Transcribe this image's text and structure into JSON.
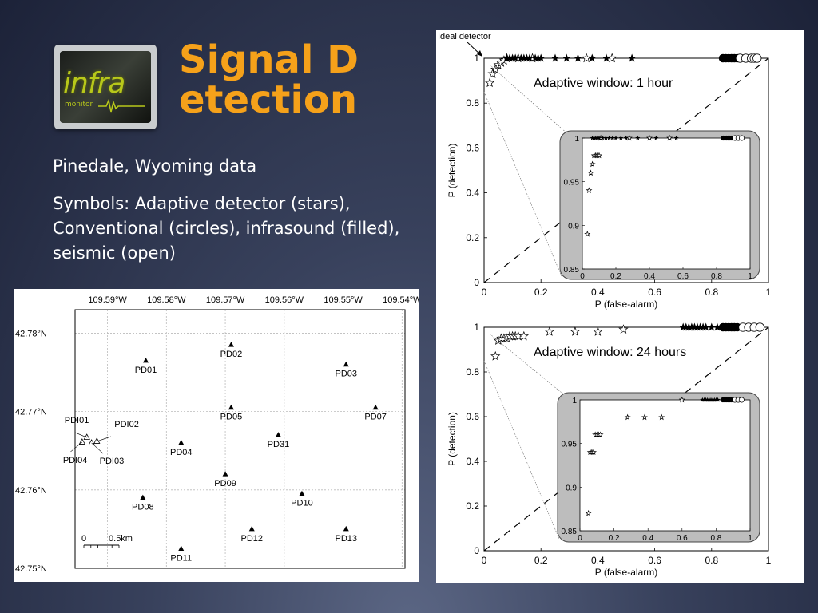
{
  "logo": {
    "word": "infra",
    "sub": "monitor"
  },
  "slide": {
    "title": "Signal Detection",
    "subtitle": "Pinedale, Wyoming data",
    "symbols": "Symbols: Adaptive detector (stars), Conventional (circles), infrasound (filled), seismic (open)"
  },
  "map": {
    "lon_labels": [
      "109.59°W",
      "109.58°W",
      "109.57°W",
      "109.56°W",
      "109.55°W",
      "109.54°W"
    ],
    "lat_labels": [
      "42.78°N",
      "42.77°N",
      "42.76°N",
      "42.75°N"
    ],
    "scale_zero": "0",
    "scale_label": "0.5km",
    "stations": [
      {
        "name": "PD01",
        "lon": -109.5835,
        "lat": 42.7765
      },
      {
        "name": "PD02",
        "lon": -109.569,
        "lat": 42.7785
      },
      {
        "name": "PD03",
        "lon": -109.5495,
        "lat": 42.776
      },
      {
        "name": "PD04",
        "lon": -109.5775,
        "lat": 42.766
      },
      {
        "name": "PD05",
        "lon": -109.569,
        "lat": 42.7705
      },
      {
        "name": "PD07",
        "lon": -109.5445,
        "lat": 42.7705
      },
      {
        "name": "PD08",
        "lon": -109.584,
        "lat": 42.759
      },
      {
        "name": "PD09",
        "lon": -109.57,
        "lat": 42.762
      },
      {
        "name": "PD10",
        "lon": -109.557,
        "lat": 42.7595
      },
      {
        "name": "PD11",
        "lon": -109.5775,
        "lat": 42.7525
      },
      {
        "name": "PD12",
        "lon": -109.5655,
        "lat": 42.755
      },
      {
        "name": "PD13",
        "lon": -109.5495,
        "lat": 42.755
      },
      {
        "name": "PD31",
        "lon": -109.561,
        "lat": 42.767
      }
    ],
    "array_stations": [
      {
        "name": "PDI01",
        "lon": -109.5935,
        "lat": 42.7667
      },
      {
        "name": "PDI02",
        "lon": -109.5918,
        "lat": 42.7662
      },
      {
        "name": "PDI03",
        "lon": -109.5927,
        "lat": 42.766
      },
      {
        "name": "PDI04",
        "lon": -109.5943,
        "lat": 42.7661
      }
    ]
  },
  "roc": {
    "ideal_label": "Ideal detector",
    "plots": [
      {
        "label": "Adaptive window: 1 hour",
        "adaptive_open": [
          [
            0.02,
            0.89
          ],
          [
            0.03,
            0.93
          ],
          [
            0.04,
            0.95
          ],
          [
            0.05,
            0.97
          ],
          [
            0.06,
            0.98
          ],
          [
            0.07,
            0.99
          ],
          [
            0.08,
            1.0
          ],
          [
            0.12,
            1.0
          ],
          [
            0.17,
            1.0
          ],
          [
            0.36,
            1.0
          ],
          [
            0.45,
            1.0
          ]
        ],
        "adaptive_filled": [
          [
            0.08,
            1.0
          ],
          [
            0.09,
            1.0
          ],
          [
            0.1,
            1.0
          ],
          [
            0.11,
            1.0
          ],
          [
            0.13,
            1.0
          ],
          [
            0.14,
            1.0
          ],
          [
            0.15,
            1.0
          ],
          [
            0.16,
            1.0
          ],
          [
            0.18,
            1.0
          ],
          [
            0.19,
            1.0
          ],
          [
            0.2,
            1.0
          ],
          [
            0.25,
            1.0
          ],
          [
            0.29,
            1.0
          ],
          [
            0.33,
            1.0
          ],
          [
            0.38,
            1.0
          ],
          [
            0.43,
            1.0
          ],
          [
            0.52,
            1.0
          ]
        ],
        "conv_filled": [
          [
            0.84,
            1.0
          ],
          [
            0.85,
            1.0
          ],
          [
            0.86,
            1.0
          ],
          [
            0.87,
            1.0
          ],
          [
            0.88,
            1.0
          ],
          [
            0.89,
            1.0
          ]
        ],
        "conv_open": [
          [
            0.9,
            1.0
          ],
          [
            0.92,
            1.0
          ],
          [
            0.94,
            1.0
          ],
          [
            0.95,
            1.0
          ],
          [
            0.96,
            1.0
          ]
        ],
        "inset": {
          "adaptive_open": [
            [
              0.03,
              0.89
            ],
            [
              0.04,
              0.94
            ],
            [
              0.05,
              0.96
            ],
            [
              0.06,
              0.97
            ],
            [
              0.07,
              0.98
            ],
            [
              0.08,
              0.98
            ],
            [
              0.09,
              0.98
            ],
            [
              0.1,
              0.98
            ],
            [
              0.11,
              1.0
            ],
            [
              0.28,
              1.0
            ],
            [
              0.4,
              1.0
            ],
            [
              0.52,
              1.0
            ]
          ],
          "adaptive_filled": [
            [
              0.06,
              1.0
            ],
            [
              0.07,
              1.0
            ],
            [
              0.08,
              1.0
            ],
            [
              0.09,
              1.0
            ],
            [
              0.1,
              1.0
            ],
            [
              0.12,
              1.0
            ],
            [
              0.14,
              1.0
            ],
            [
              0.16,
              1.0
            ],
            [
              0.18,
              1.0
            ],
            [
              0.2,
              1.0
            ],
            [
              0.23,
              1.0
            ],
            [
              0.26,
              1.0
            ],
            [
              0.33,
              1.0
            ],
            [
              0.44,
              1.0
            ],
            [
              0.56,
              1.0
            ]
          ],
          "conv_filled": [
            [
              0.84,
              1.0
            ],
            [
              0.85,
              1.0
            ],
            [
              0.86,
              1.0
            ],
            [
              0.87,
              1.0
            ],
            [
              0.88,
              1.0
            ],
            [
              0.89,
              1.0
            ]
          ],
          "conv_open": [
            [
              0.91,
              1.0
            ],
            [
              0.93,
              1.0
            ],
            [
              0.95,
              1.0
            ]
          ]
        }
      },
      {
        "label": "Adaptive window: 24 hours",
        "adaptive_open": [
          [
            0.04,
            0.87
          ],
          [
            0.05,
            0.94
          ],
          [
            0.06,
            0.95
          ],
          [
            0.07,
            0.95
          ],
          [
            0.08,
            0.95
          ],
          [
            0.09,
            0.96
          ],
          [
            0.1,
            0.96
          ],
          [
            0.11,
            0.96
          ],
          [
            0.12,
            0.96
          ],
          [
            0.14,
            0.96
          ],
          [
            0.23,
            0.98
          ],
          [
            0.32,
            0.98
          ],
          [
            0.4,
            0.98
          ],
          [
            0.49,
            0.99
          ]
        ],
        "adaptive_filled": [
          [
            0.7,
            1.0
          ],
          [
            0.71,
            1.0
          ],
          [
            0.72,
            1.0
          ],
          [
            0.73,
            1.0
          ],
          [
            0.74,
            1.0
          ],
          [
            0.75,
            1.0
          ],
          [
            0.76,
            1.0
          ],
          [
            0.77,
            1.0
          ],
          [
            0.78,
            1.0
          ],
          [
            0.8,
            1.0
          ],
          [
            0.82,
            1.0
          ]
        ],
        "conv_filled": [
          [
            0.84,
            1.0
          ],
          [
            0.85,
            1.0
          ],
          [
            0.86,
            1.0
          ],
          [
            0.87,
            1.0
          ],
          [
            0.88,
            1.0
          ],
          [
            0.89,
            1.0
          ]
        ],
        "conv_open": [
          [
            0.91,
            1.0
          ],
          [
            0.93,
            1.0
          ],
          [
            0.95,
            1.0
          ],
          [
            0.97,
            1.0
          ]
        ],
        "inset": {
          "adaptive_open": [
            [
              0.05,
              0.87
            ],
            [
              0.06,
              0.94
            ],
            [
              0.07,
              0.94
            ],
            [
              0.08,
              0.94
            ],
            [
              0.09,
              0.96
            ],
            [
              0.1,
              0.96
            ],
            [
              0.11,
              0.96
            ],
            [
              0.12,
              0.96
            ],
            [
              0.28,
              0.98
            ],
            [
              0.38,
              0.98
            ],
            [
              0.48,
              0.98
            ],
            [
              0.6,
              1.0
            ]
          ],
          "adaptive_filled": [
            [
              0.72,
              1.0
            ],
            [
              0.73,
              1.0
            ],
            [
              0.74,
              1.0
            ],
            [
              0.75,
              1.0
            ],
            [
              0.76,
              1.0
            ],
            [
              0.77,
              1.0
            ],
            [
              0.78,
              1.0
            ],
            [
              0.79,
              1.0
            ],
            [
              0.8,
              1.0
            ],
            [
              0.81,
              1.0
            ]
          ],
          "conv_filled": [
            [
              0.84,
              1.0
            ],
            [
              0.85,
              1.0
            ],
            [
              0.86,
              1.0
            ],
            [
              0.87,
              1.0
            ],
            [
              0.88,
              1.0
            ],
            [
              0.89,
              1.0
            ]
          ],
          "conv_open": [
            [
              0.91,
              1.0
            ],
            [
              0.93,
              1.0
            ],
            [
              0.95,
              1.0
            ]
          ]
        }
      }
    ]
  },
  "chart_data": [
    {
      "type": "scatter",
      "title": "Adaptive window: 1 hour",
      "xlabel": "P (false-alarm)",
      "ylabel": "P (detection)",
      "xlim": [
        0,
        1
      ],
      "ylim": [
        0,
        1
      ],
      "xticks": [
        "0",
        "0.2",
        "0.4",
        "0.6",
        "0.8",
        "1"
      ],
      "yticks": [
        "0",
        "0.2",
        "0.4",
        "0.6",
        "0.8",
        "1"
      ],
      "inset": {
        "xlim": [
          0,
          1
        ],
        "ylim": [
          0.85,
          1
        ],
        "xticks": [
          "0",
          "0.2",
          "0.4",
          "0.6",
          "0.8",
          "1"
        ],
        "yticks": [
          "0.85",
          "0.9",
          "0.95",
          "1"
        ]
      }
    },
    {
      "type": "scatter",
      "title": "Adaptive window: 24 hours",
      "xlabel": "P (false-alarm)",
      "ylabel": "P (detection)",
      "xlim": [
        0,
        1
      ],
      "ylim": [
        0,
        1
      ],
      "xticks": [
        "0",
        "0.2",
        "0.4",
        "0.6",
        "0.8",
        "1"
      ],
      "yticks": [
        "0",
        "0.2",
        "0.4",
        "0.6",
        "0.8",
        "1"
      ],
      "inset": {
        "xlim": [
          0,
          1
        ],
        "ylim": [
          0.85,
          1
        ],
        "xticks": [
          "0",
          "0.2",
          "0.4",
          "0.6",
          "0.8",
          "1"
        ],
        "yticks": [
          "0.85",
          "0.9",
          "0.95",
          "1"
        ]
      }
    }
  ]
}
